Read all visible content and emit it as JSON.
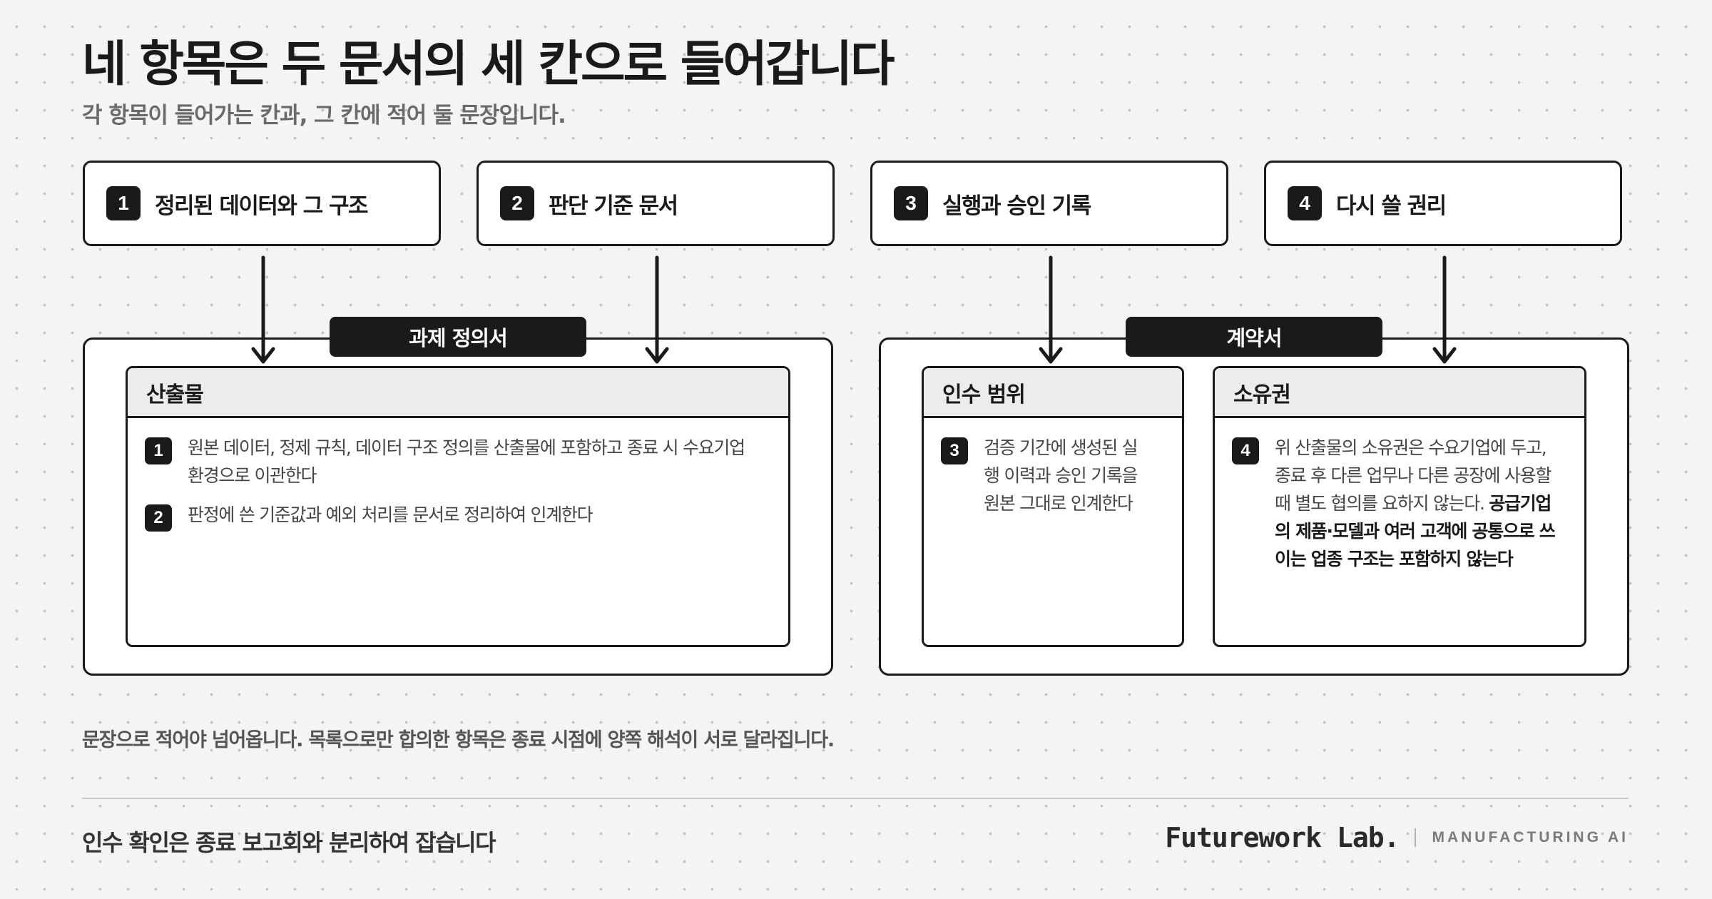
{
  "header": {
    "title": "네 항목은 두 문서의 세 칸으로 들어갑니다",
    "subtitle": "각 항목이 들어가는 칸과, 그 칸에 적어 둘 문장입니다."
  },
  "items": [
    {
      "number": "1",
      "label": "정리된 데이터와 그 구조"
    },
    {
      "number": "2",
      "label": "판단 기준 문서"
    },
    {
      "number": "3",
      "label": "실행과 승인 기록"
    },
    {
      "number": "4",
      "label": "다시 쓸 권리"
    }
  ],
  "documents": [
    {
      "tag": "과제 정의서",
      "sections": [
        {
          "heading": "산출물",
          "entries": [
            {
              "number": "1",
              "text": "원본 데이터, 정제 규칙, 데이터 구조 정의를 산출물에 포함하고 종료 시 수요기업 환경으로 이관한다"
            },
            {
              "number": "2",
              "text": "판정에 쓴 기준값과 예외 처리를 문서로 정리하여 인계한다"
            }
          ]
        }
      ]
    },
    {
      "tag": "계약서",
      "sections": [
        {
          "heading": "인수 범위",
          "entries": [
            {
              "number": "3",
              "text": "검증 기간에 생성된 실행 이력과 승인 기록을 원본 그대로 인계한다"
            }
          ]
        },
        {
          "heading": "소유권",
          "entries": [
            {
              "number": "4",
              "text": "위 산출물의 소유권은 수요기업에 두고, 종료 후 다른 업무나 다른 공장에 사용할 때 별도 협의를 요하지 않는다.",
              "emphasis": "공급기업의 제품·모델과 여러 고객에 공통으로 쓰이는 업종 구조는 포함하지 않는다"
            }
          ]
        }
      ]
    }
  ],
  "note": "문장으로 적어야 넘어옵니다. 목록으로만 합의한 항목은 종료 시점에 양쪽 해석이 서로 달라집니다.",
  "footer": {
    "note": "인수 확인은 종료 보고회와 분리하여 잡습니다",
    "brand": "Futurework Lab.",
    "tagline": "MANUFACTURING AI"
  },
  "colors": {
    "ink": "#1a1a1a",
    "background": "#f4f4f4",
    "section_header": "#ececec",
    "muted_text": "#6a6a6a"
  }
}
